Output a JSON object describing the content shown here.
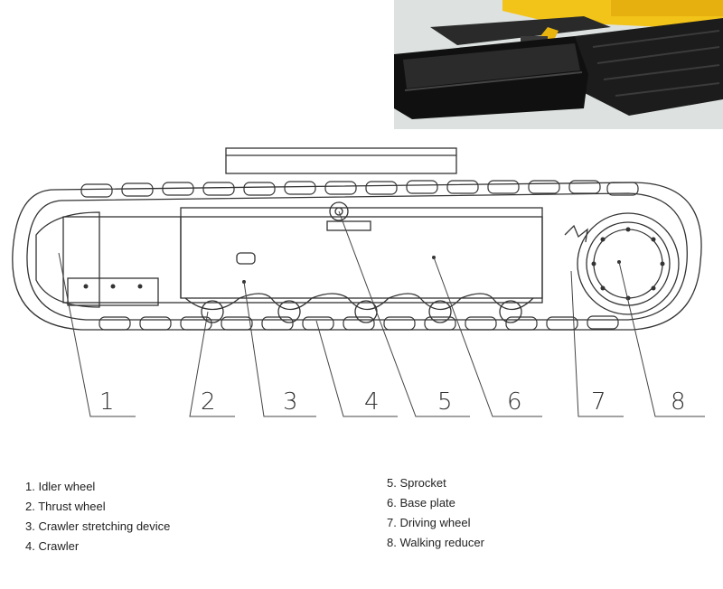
{
  "callouts": [
    "1",
    "2",
    "3",
    "4",
    "5",
    "6",
    "7",
    "8"
  ],
  "legend": {
    "left": [
      "1. Idler wheel",
      "2. Thrust wheel",
      "3. Crawler stretching device",
      "4. Crawler"
    ],
    "right": [
      "5. Sprocket",
      "6. Base plate",
      "7. Driving wheel",
      "8. Walking reducer"
    ]
  },
  "colors": {
    "machine_yellow": "#f2c318",
    "track_black": "#1a1a1a",
    "line": "#333333"
  }
}
